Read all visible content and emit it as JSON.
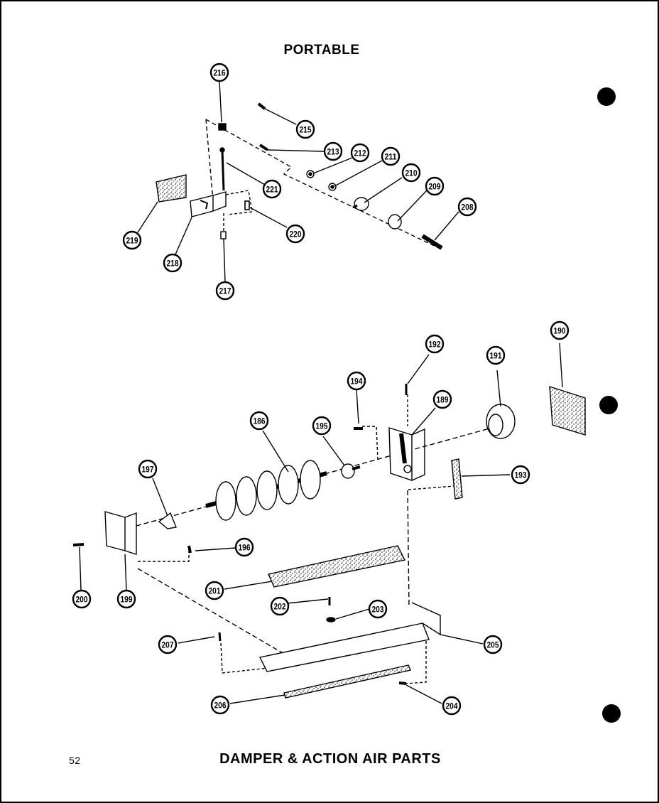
{
  "header": {
    "title": "PORTABLE"
  },
  "footer": {
    "title": "DAMPER & ACTION AIR PARTS",
    "page_number": "52"
  },
  "callouts": [
    "216",
    "215",
    "213",
    "212",
    "211",
    "210",
    "209",
    "208",
    "221",
    "219",
    "218",
    "220",
    "217",
    "190",
    "192",
    "191",
    "194",
    "189",
    "186",
    "195",
    "193",
    "197",
    "196",
    "200",
    "199",
    "201",
    "202",
    "203",
    "207",
    "205",
    "206",
    "204"
  ]
}
